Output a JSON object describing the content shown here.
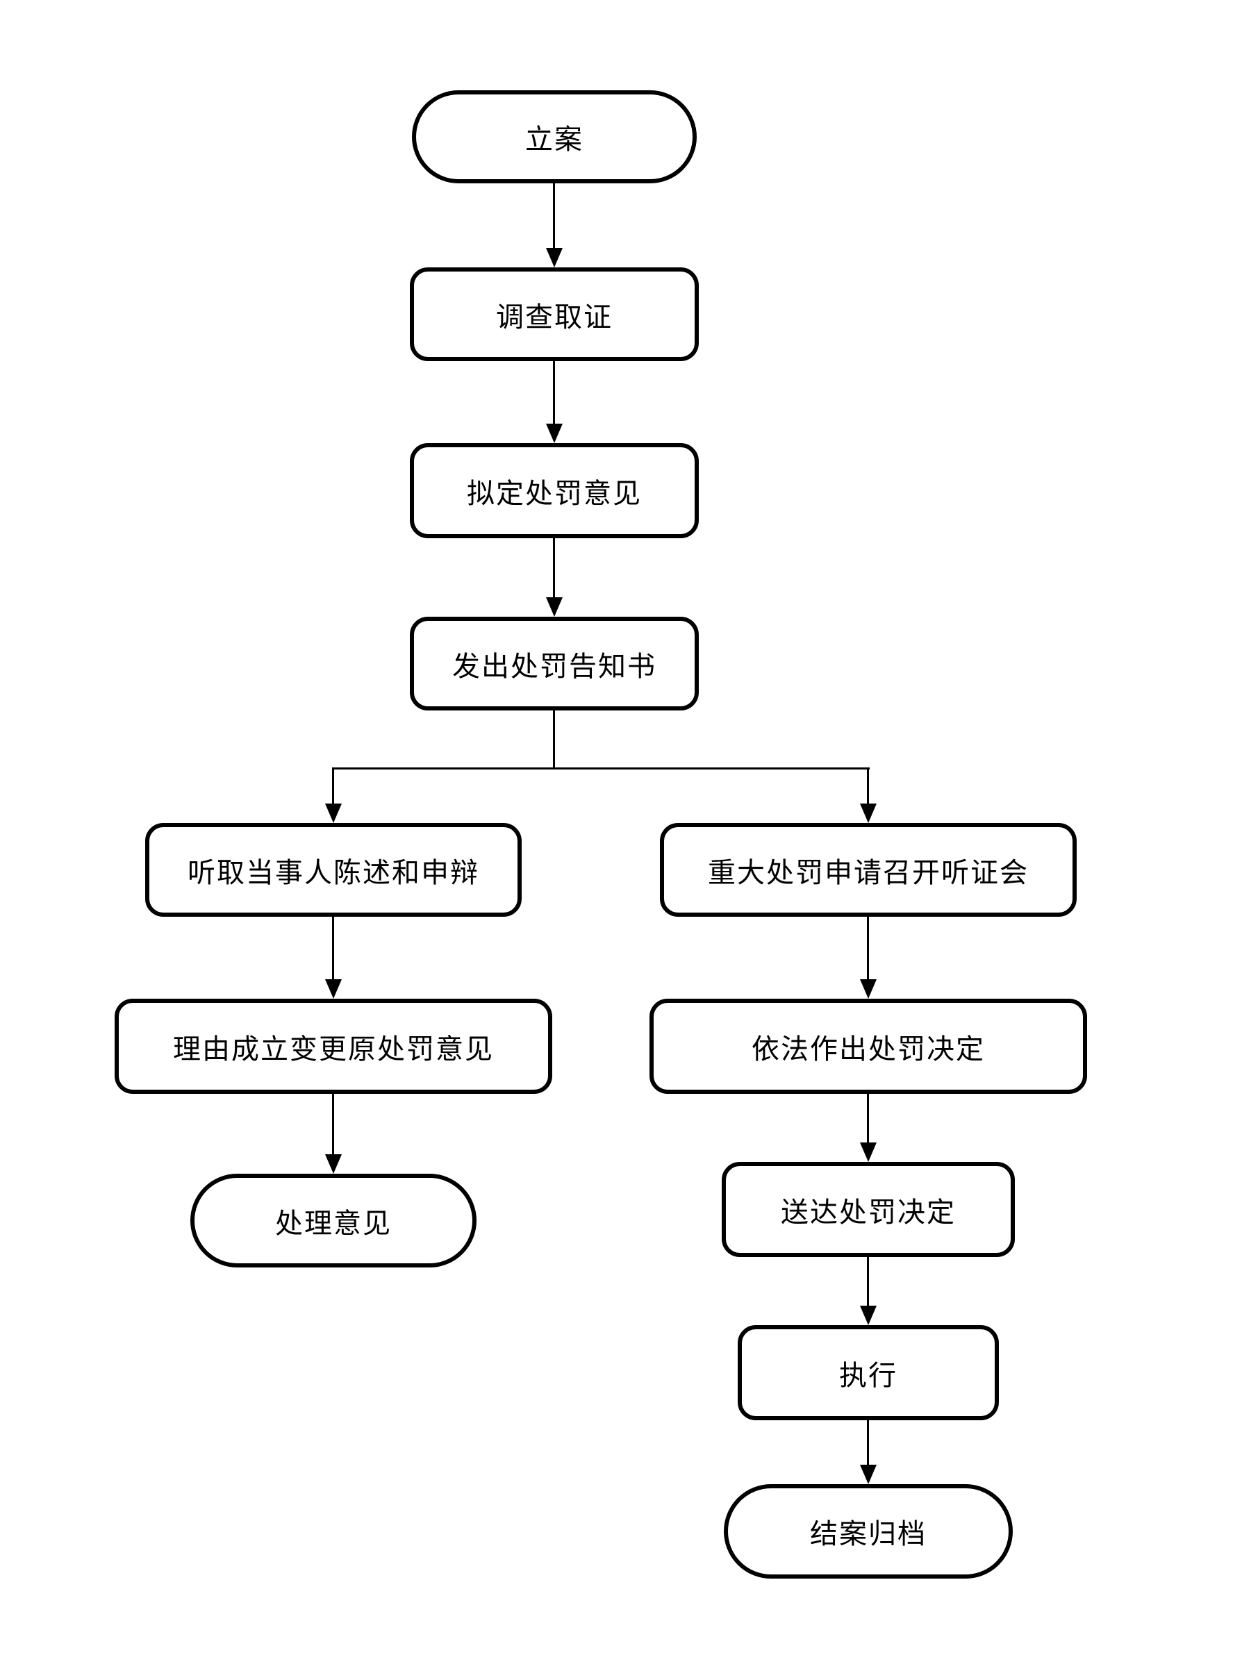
{
  "page": {
    "background_color": "#ffffff",
    "line_color": "#000000"
  },
  "flowchart": {
    "nodes": [
      {
        "id": "case-filing",
        "label": "立案",
        "shape": "stadium"
      },
      {
        "id": "investigation",
        "label": "调查取证",
        "shape": "rect"
      },
      {
        "id": "draft-penalty",
        "label": "拟定处罚意见",
        "shape": "rect"
      },
      {
        "id": "issue-notice",
        "label": "发出处罚告知书",
        "shape": "rect"
      },
      {
        "id": "hear-statement",
        "label": "听取当事人陈述和申辩",
        "shape": "rect"
      },
      {
        "id": "major-hearing",
        "label": "重大处罚申请召开听证会",
        "shape": "rect"
      },
      {
        "id": "change-opinion",
        "label": "理由成立变更原处罚意见",
        "shape": "rect"
      },
      {
        "id": "legal-decision",
        "label": "依法作出处罚决定",
        "shape": "rect"
      },
      {
        "id": "handling-opinion",
        "label": "处理意见",
        "shape": "stadium"
      },
      {
        "id": "deliver-decision",
        "label": "送达处罚决定",
        "shape": "rect"
      },
      {
        "id": "execution",
        "label": "执行",
        "shape": "rect"
      },
      {
        "id": "close-and-archive",
        "label": "结案归档",
        "shape": "stadium"
      }
    ],
    "edges": [
      {
        "from": "立案",
        "to": "调查取证"
      },
      {
        "from": "调查取证",
        "to": "拟定处罚意见"
      },
      {
        "from": "拟定处罚意见",
        "to": "发出处罚告知书"
      },
      {
        "from": "发出处罚告知书",
        "to": "听取当事人陈述和申辩"
      },
      {
        "from": "发出处罚告知书",
        "to": "重大处罚申请召开听证会"
      },
      {
        "from": "听取当事人陈述和申辩",
        "to": "理由成立变更原处罚意见"
      },
      {
        "from": "理由成立变更原处罚意见",
        "to": "处理意见"
      },
      {
        "from": "重大处罚申请召开听证会",
        "to": "依法作出处罚决定"
      },
      {
        "from": "依法作出处罚决定",
        "to": "送达处罚决定"
      },
      {
        "from": "送达处罚决定",
        "to": "执行"
      },
      {
        "from": "执行",
        "to": "结案归档"
      }
    ]
  }
}
